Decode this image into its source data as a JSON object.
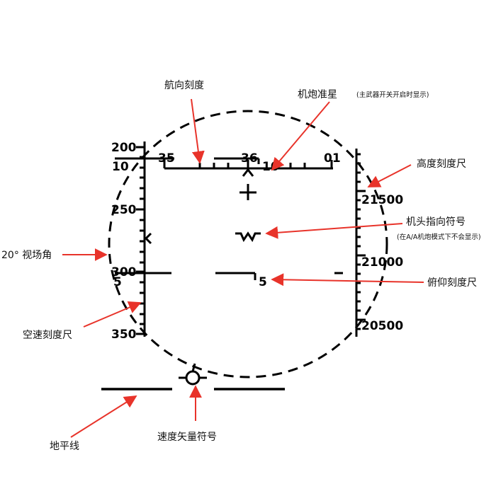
{
  "hud": {
    "heading_ticks": [
      "35",
      "36",
      "01"
    ],
    "pitch_scale_labels_left": [
      "10",
      "5"
    ],
    "pitch_scale_labels_right": [
      "10",
      "5"
    ],
    "airspeed_labels": [
      "200",
      "250",
      "300",
      "350"
    ],
    "altitude_labels": [
      "21500",
      "21000",
      "20500"
    ]
  },
  "annotations": {
    "heading_scale": "航向刻度",
    "gun_pipper": "机炮准星",
    "gun_pipper_note": "(主武器开关开启时显示)",
    "altitude_scale": "高度刻度尺",
    "boresight": "机头指向符号",
    "boresight_note": "(在A/A机炮模式下不会显示)",
    "fov": "20° 视场角",
    "pitch_ladder": "俯仰刻度尺",
    "airspeed_scale": "空速刻度尺",
    "horizon": "地平线",
    "velocity_vector": "速度矢量符号"
  },
  "colors": {
    "symbology": "#000000",
    "arrow": "#e8332a",
    "label": "#111111"
  }
}
